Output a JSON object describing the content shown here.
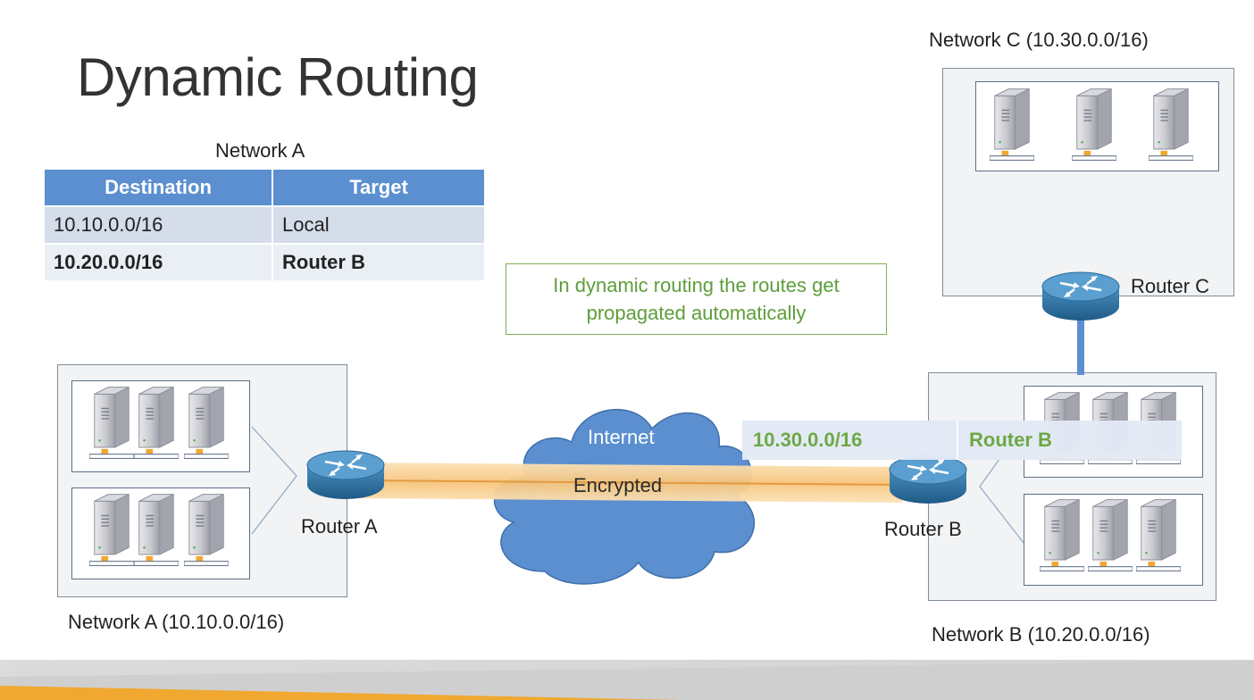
{
  "title": "Dynamic Routing",
  "route_table": {
    "caption": "Network A",
    "headers": [
      "Destination",
      "Target"
    ],
    "rows": [
      {
        "destination": "10.10.0.0/16",
        "target": "Local"
      },
      {
        "destination": "10.20.0.0/16",
        "target": "Router B"
      }
    ]
  },
  "note": "In dynamic routing the routes get propagated automatically",
  "propagated_route": {
    "destination": "10.30.0.0/16",
    "target": "Router B"
  },
  "labels": {
    "network_a": "Network A (10.10.0.0/16)",
    "network_b": "Network B (10.20.0.0/16)",
    "network_c": "Network C (10.30.0.0/16)",
    "router_a": "Router A",
    "router_b": "Router B",
    "router_c": "Router C",
    "internet": "Internet",
    "encrypted": "Encrypted"
  },
  "colors": {
    "accent_orange": "#f0a830",
    "table_header": "#5b8fd0",
    "note_green": "#6aa640",
    "router_blue": "#2e6e9e",
    "cloud_blue": "#5b8fd0"
  },
  "icons": [
    "server-icon",
    "router-icon",
    "cloud-icon"
  ]
}
